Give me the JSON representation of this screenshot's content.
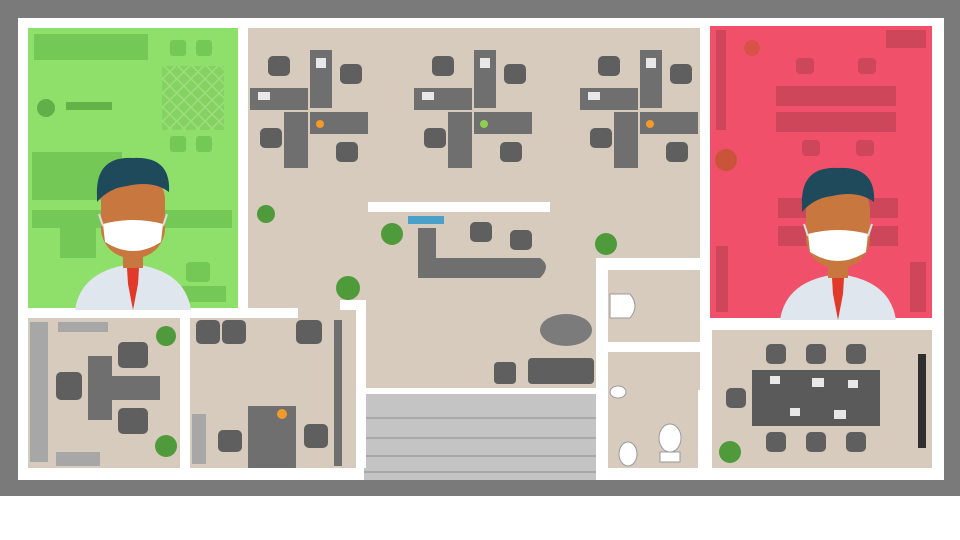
{
  "colors": {
    "frame": "#7a7a7a",
    "wall": "#ffffff",
    "floor": "#d6cbbd",
    "stairs": "#c4c4c4",
    "desk": "#6f6f6f",
    "desk_dark": "#555555",
    "chair": "#5f5f5f",
    "safe_zone": "#8ee06a",
    "danger_zone": "#f0506a",
    "skin": "#c8773f",
    "hair": "#1f4a5c",
    "mask": "#ffffff",
    "shirt": "#dfe6ee",
    "tie": "#e23a2a",
    "plant": "#4f9a3a"
  },
  "rooms": [
    {
      "name": "safe-office",
      "status": "safe"
    },
    {
      "name": "infected-office",
      "status": "danger"
    },
    {
      "name": "open-office",
      "status": "neutral"
    },
    {
      "name": "meeting-room",
      "status": "neutral"
    },
    {
      "name": "restroom",
      "status": "neutral"
    }
  ],
  "people": [
    {
      "name": "masked-employee-safe",
      "zone": "safe",
      "mask": true
    },
    {
      "name": "masked-employee-danger",
      "zone": "danger",
      "mask": true
    }
  ]
}
